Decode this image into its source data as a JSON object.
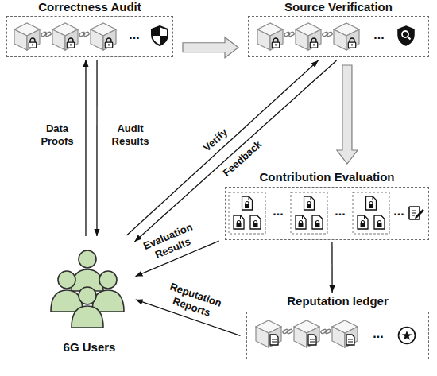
{
  "diagram": {
    "nodes": [
      {
        "text": [
          "Correctness Audit"
        ]
      },
      {
        "text": [
          "Source Verification"
        ]
      },
      {
        "text": [
          "Contribution Evaluation"
        ]
      },
      {
        "text": [
          "Reputation ledger"
        ]
      },
      {
        "text": [
          "6G Users"
        ]
      }
    ],
    "edges": [
      {
        "from": 0,
        "to": 1,
        "arrow": "to"
      },
      {
        "from": 1,
        "to": 2,
        "arrow": "to"
      },
      {
        "from": 2,
        "to": 3,
        "arrow": "to"
      },
      {
        "from": 4,
        "to": 0,
        "label": "Data Proofs",
        "arrow": "to"
      },
      {
        "from": 0,
        "to": 4,
        "label": "Audit Results",
        "arrow": "to"
      },
      {
        "from": 4,
        "to": 1,
        "label": "Verify",
        "arrow": "to"
      },
      {
        "from": 1,
        "to": 4,
        "label": "Feedback",
        "arrow": "to"
      },
      {
        "from": 2,
        "to": 4,
        "label": "Evaluation Results",
        "arrow": "to"
      },
      {
        "from": 3,
        "to": 4,
        "label": "Reputation Reports",
        "arrow": "to"
      }
    ],
    "labels": [
      "...",
      "...",
      "...",
      "...",
      "...",
      "..."
    ]
  }
}
